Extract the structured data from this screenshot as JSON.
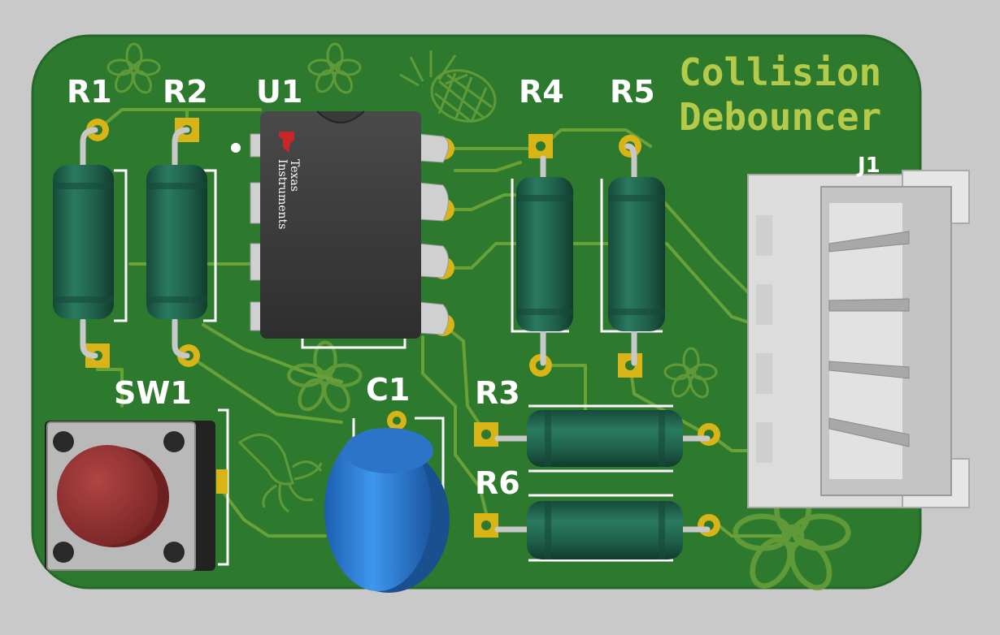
{
  "board": {
    "title_line1": "Collision",
    "title_line2": "Debouncer"
  },
  "designators": {
    "r1": "R1",
    "r2": "R2",
    "u1": "U1",
    "r4": "R4",
    "r5": "R5",
    "j1": "J1",
    "sw1": "SW1",
    "c1": "C1",
    "r3": "R3",
    "r6": "R6"
  },
  "ic": {
    "logo_line1": "Texas",
    "logo_line2": "Instruments"
  },
  "colors": {
    "background": "#c9c9c9",
    "board": "#2d7a2f",
    "trace": "#a9c246",
    "pad": "#d8b417",
    "silkscreen": "#ffffff",
    "resistor_body": "#1f5f4a",
    "capacitor": "#2f7fd6",
    "button_cap": "#9a3434"
  }
}
